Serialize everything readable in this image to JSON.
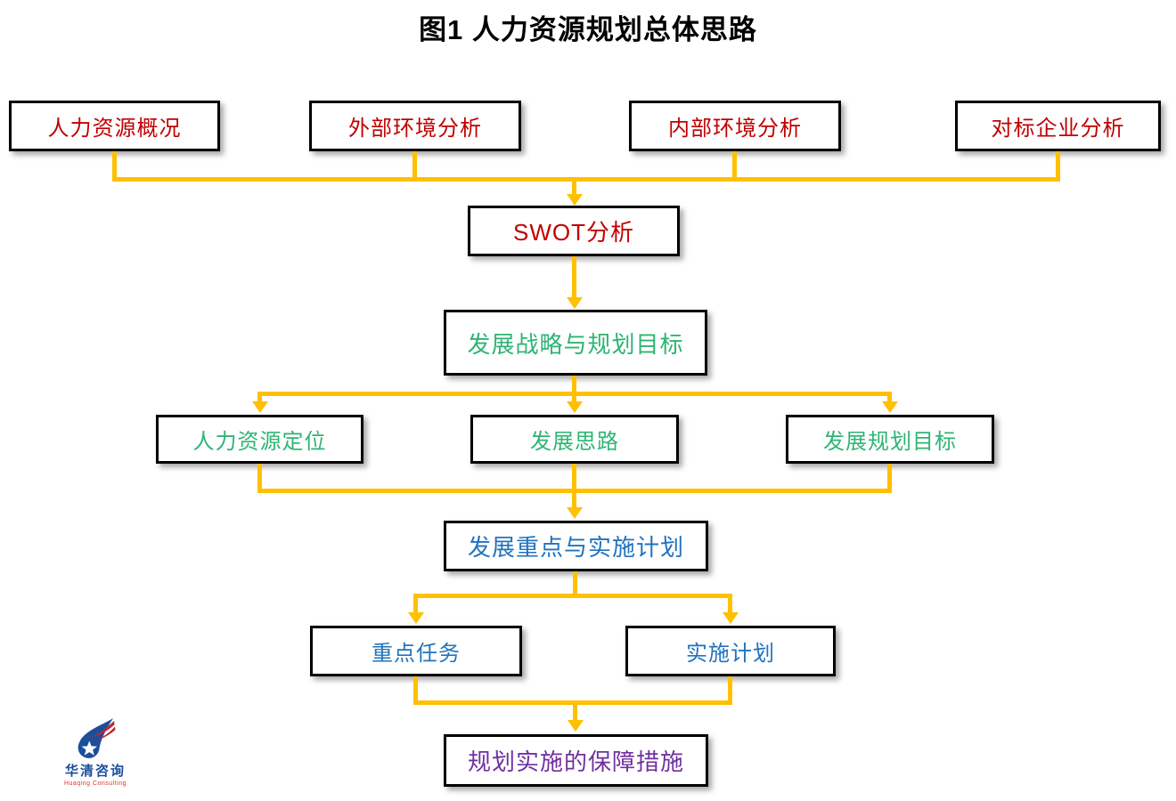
{
  "title": "图1  人力资源规划总体思路",
  "colors": {
    "box_text_red": "#C00000",
    "box_text_green": "#2EB573",
    "box_text_blue": "#2173BE",
    "box_text_purple": "#7030A0",
    "connector_gold": "#FFC000",
    "box_border": "#000000",
    "logo_blue": "#1B4E9B",
    "logo_red": "#E03030"
  },
  "nodes": {
    "hr_overview": {
      "label": "人力资源概况"
    },
    "external_env": {
      "label": "外部环境分析"
    },
    "internal_env": {
      "label": "内部环境分析"
    },
    "benchmark": {
      "label": "对标企业分析"
    },
    "swot": {
      "label": "SWOT分析"
    },
    "strategy_goals": {
      "label": "发展战略与规划目标"
    },
    "hr_positioning": {
      "label": "人力资源定位"
    },
    "dev_thinking": {
      "label": "发展思路"
    },
    "dev_goals": {
      "label": "发展规划目标"
    },
    "focus_plan": {
      "label": "发展重点与实施计划"
    },
    "key_tasks": {
      "label": "重点任务"
    },
    "impl_plan": {
      "label": "实施计划"
    },
    "safeguards": {
      "label": "规划实施的保障措施"
    }
  },
  "logo": {
    "name_cn": "华清咨询",
    "name_en": "Huaqing Consulting"
  }
}
